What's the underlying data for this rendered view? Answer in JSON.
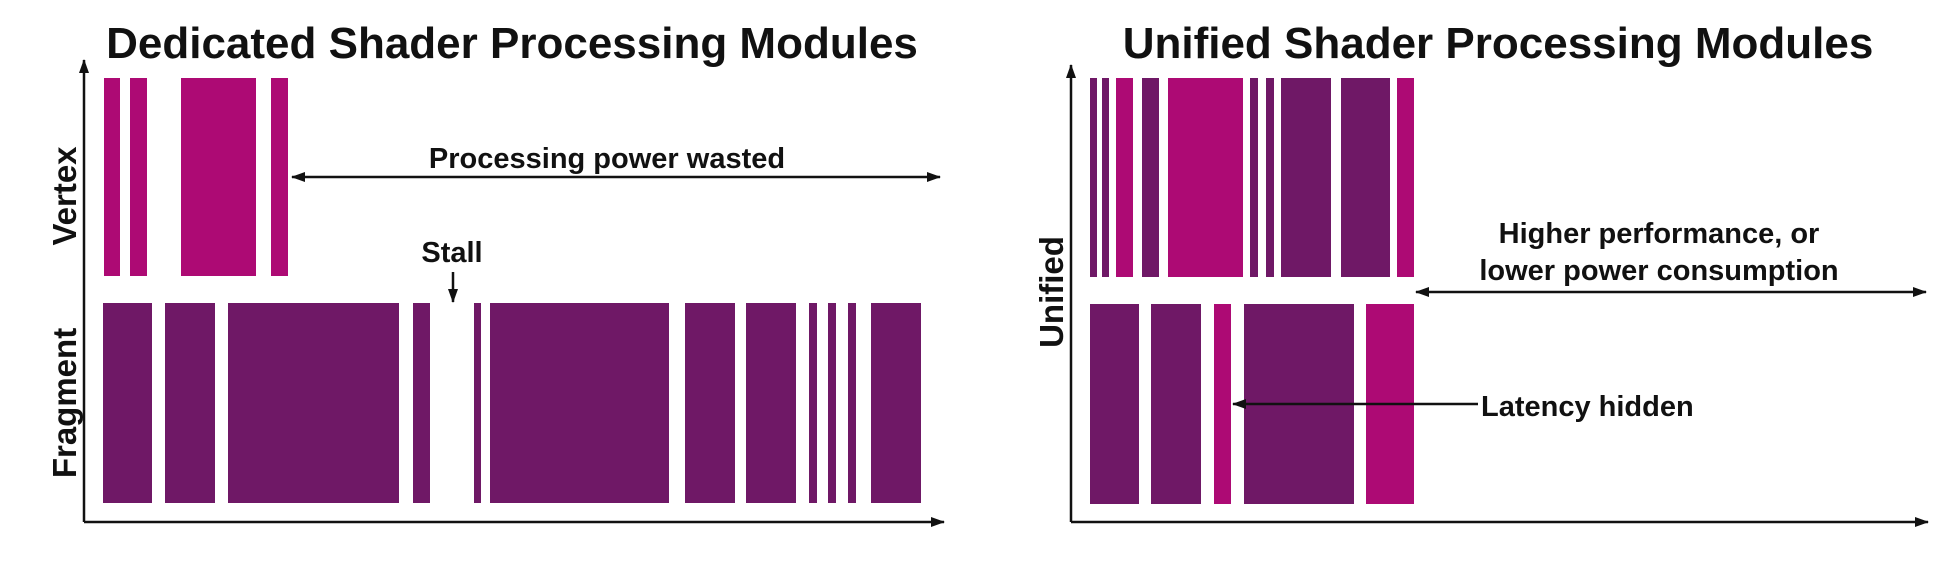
{
  "colors": {
    "vertex": "#ad0a74",
    "fragment": "#6f1866",
    "line": "#111111",
    "background": "#ffffff"
  },
  "left": {
    "title": "Dedicated Shader Processing Modules",
    "vertex_label": "Vertex",
    "fragment_label": "Fragment",
    "wasted_label": "Processing power wasted",
    "stall_label": "Stall"
  },
  "right": {
    "title": "Unified Shader Processing Modules",
    "unified_label": "Unified",
    "perf_label_line1": "Higher performance, or",
    "perf_label_line2": "lower power consumption",
    "latency_label": "Latency hidden"
  }
}
